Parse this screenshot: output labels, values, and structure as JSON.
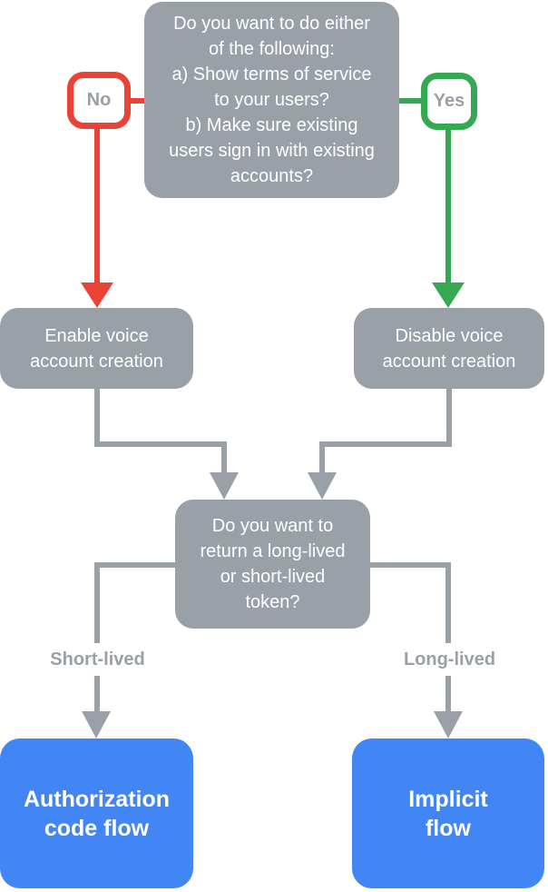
{
  "colors": {
    "gray-node": "#9AA0A8",
    "blue-node": "#4285F4",
    "no-red": "#EA4335",
    "yes-green": "#34A853",
    "edge-gray": "#9AA0A8",
    "muted-text": "#9AA0A6",
    "node-text": "#FFFFFF",
    "background": "#FFFFFF"
  },
  "diagram": {
    "type": "flowchart",
    "nodes": {
      "question_terms": {
        "kind": "question",
        "text": "Do you want to do either\nof the following:\na) Show terms of service\nto your users?\nb) Make sure existing\nusers sign in with existing\naccounts?"
      },
      "enable_voice": {
        "kind": "step",
        "text": "Enable voice\naccount creation"
      },
      "disable_voice": {
        "kind": "step",
        "text": "Disable voice\naccount creation"
      },
      "question_token": {
        "kind": "question",
        "text": "Do you want to\nreturn a long-lived\nor short-lived\ntoken?"
      },
      "authorization_code_flow": {
        "kind": "result",
        "text": "Authorization\ncode flow"
      },
      "implicit_flow": {
        "kind": "result",
        "text": "Implicit\nflow"
      }
    },
    "edges": [
      {
        "from": "question_terms",
        "to": "enable_voice",
        "label": "No",
        "color": "#EA4335"
      },
      {
        "from": "question_terms",
        "to": "disable_voice",
        "label": "Yes",
        "color": "#34A853"
      },
      {
        "from": "enable_voice",
        "to": "question_token",
        "label": "",
        "color": "#9AA0A8"
      },
      {
        "from": "disable_voice",
        "to": "question_token",
        "label": "",
        "color": "#9AA0A8"
      },
      {
        "from": "question_token",
        "to": "authorization_code_flow",
        "label": "Short-lived",
        "color": "#9AA0A8"
      },
      {
        "from": "question_token",
        "to": "implicit_flow",
        "label": "Long-lived",
        "color": "#9AA0A8"
      }
    ]
  }
}
